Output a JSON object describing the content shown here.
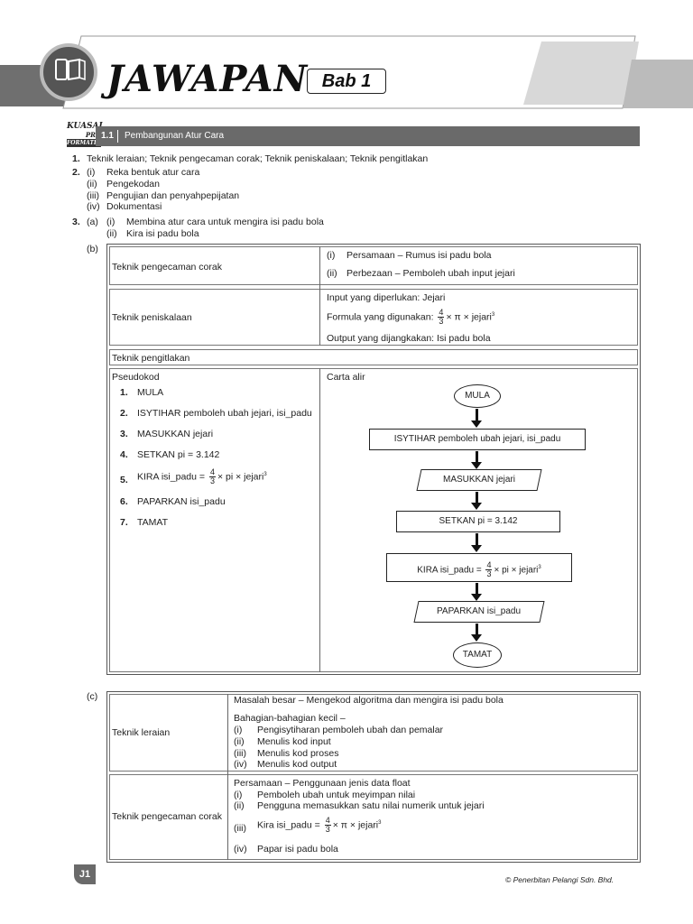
{
  "header": {
    "title": "JAWAPAN",
    "bab": "Bab 1"
  },
  "badge": {
    "line1": "KUASAI",
    "line2": "PRO",
    "line3": "FORMATIF"
  },
  "section": {
    "number": "1.1",
    "title": "Pembangunan Atur Cara"
  },
  "q1": {
    "num": "1.",
    "text": "Teknik leraian; Teknik pengecaman corak; Teknik peniskalaan; Teknik pengitlakan"
  },
  "q2": {
    "num": "2.",
    "items": [
      {
        "roman": "(i)",
        "text": "Reka bentuk atur cara"
      },
      {
        "roman": "(ii)",
        "text": "Pengekodan"
      },
      {
        "roman": "(iii)",
        "text": "Pengujian dan penyahpepijatan"
      },
      {
        "roman": "(iv)",
        "text": "Dokumentasi"
      }
    ]
  },
  "q3": {
    "num": "3.",
    "a": "(a)",
    "a_items": [
      {
        "roman": "(i)",
        "text": "Membina atur cara untuk mengira isi padu bola"
      },
      {
        "roman": "(ii)",
        "text": "Kira isi padu bola"
      }
    ],
    "b": "(b)",
    "c": "(c)"
  },
  "tableB": {
    "row1_left": "Teknik pengecaman corak",
    "row1_right": [
      {
        "roman": "(i)",
        "bold": "Persamaan",
        "text": " – Rumus isi padu bola"
      },
      {
        "roman": "(ii)",
        "bold": "Perbezaan",
        "text": " – Pemboleh ubah input jejari"
      }
    ],
    "row2_left": "Teknik peniskalaan",
    "row2_input": "Input yang diperlukan:  Jejari",
    "row2_formula_prefix": "Formula yang digunakan:",
    "row2_formula_suffix": "× π × jejari",
    "row2_output": "Output yang dijangkakan:  Isi padu bola",
    "row3": "Teknik pengitlakan",
    "pseudo_title": "Pseudokod",
    "pseudo": [
      {
        "n": "1.",
        "text": "MULA"
      },
      {
        "n": "2.",
        "text": "ISYTIHAR pemboleh ubah jejari, isi_padu"
      },
      {
        "n": "3.",
        "text": "MASUKKAN jejari"
      },
      {
        "n": "4.",
        "text": "SETKAN pi = 3.142"
      },
      {
        "n": "5.",
        "text": "KIRA isi_padu =",
        "suffix": "× pi × jejari"
      },
      {
        "n": "6.",
        "text": "PAPARKAN isi_padu"
      },
      {
        "n": "7.",
        "text": "TAMAT"
      }
    ],
    "chart_title": "Carta alir",
    "flow": {
      "start": "MULA",
      "declare": "ISYTIHAR pemboleh ubah jejari, isi_padu",
      "input": "MASUKKAN jejari",
      "set": "SETKAN pi = 3.142",
      "calc_prefix": "KIRA isi_padu =",
      "calc_suffix": "× pi × jejari",
      "output": "PAPARKAN isi_padu",
      "end": "TAMAT"
    },
    "frac_num": "4",
    "frac_den": "3",
    "cube": "3"
  },
  "tableC": {
    "row1_left": "Teknik leraian",
    "masalah_bold": "Masalah besar –",
    "masalah_text": "  Mengekod algoritma dan mengira isi padu bola",
    "bahagian": "Bahagian-bahagian kecil –",
    "items": [
      {
        "roman": "(i)",
        "text": "Pengisytiharan pemboleh ubah dan pemalar"
      },
      {
        "roman": "(ii)",
        "text": "Menulis kod input"
      },
      {
        "roman": "(iii)",
        "text": "Menulis kod proses"
      },
      {
        "roman": "(iv)",
        "text": "Menulis kod output"
      }
    ],
    "row2_left": "Teknik pengecaman corak",
    "persamaan_bold": "Persamaan",
    "persamaan_text": " – Penggunaan jenis data float",
    "p_items": [
      {
        "roman": "(i)",
        "text": "Pemboleh ubah untuk meyimpan nilai"
      },
      {
        "roman": "(ii)",
        "text": "Pengguna memasukkan satu nilai numerik untuk jejari"
      },
      {
        "roman": "(iii)",
        "text": "Kira isi_padu =",
        "suffix": "× π × jejari"
      },
      {
        "roman": "(iv)",
        "text": "Papar isi padu bola"
      }
    ]
  },
  "footer": {
    "page": "J1",
    "copyright": "© Penerbitan Pelangi Sdn. Bhd."
  }
}
